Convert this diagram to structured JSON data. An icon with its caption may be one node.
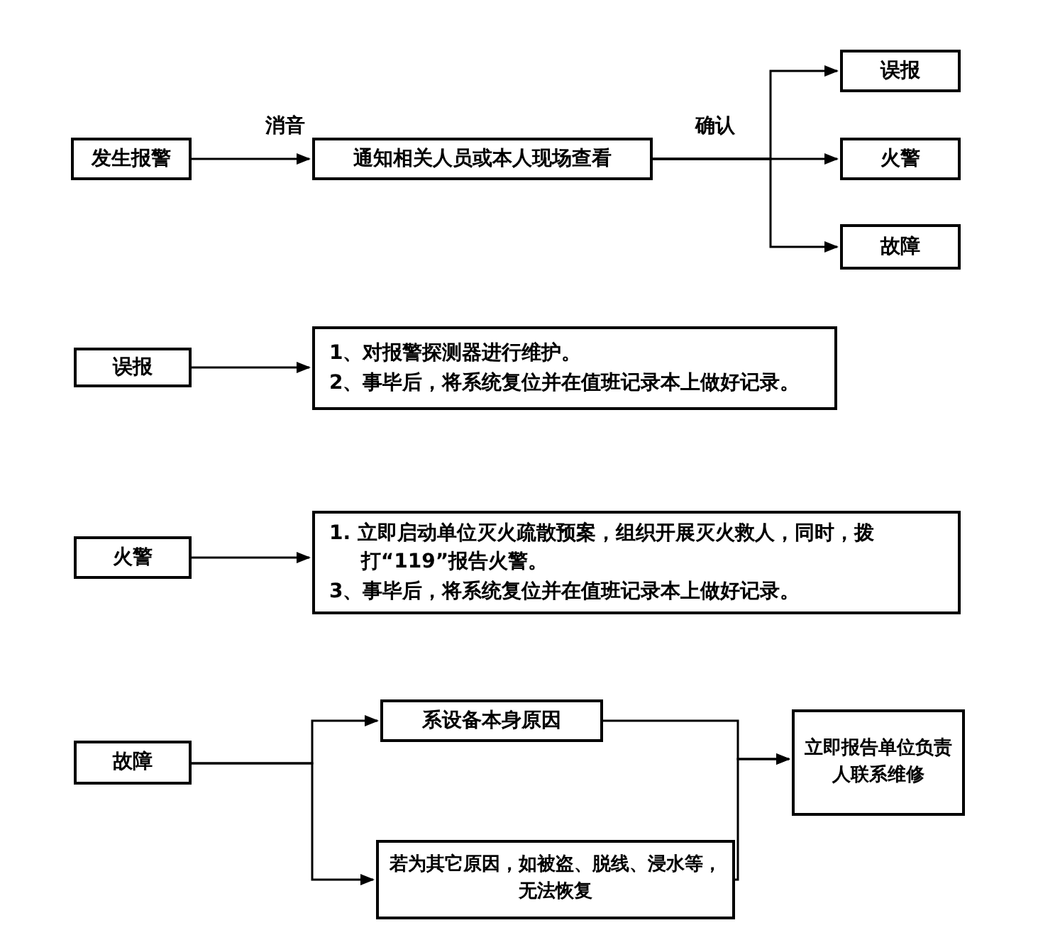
{
  "diagram": {
    "nodes": [
      {
        "text": [
          "发生报警"
        ]
      },
      {
        "text": [
          "通知相关人员或本人现场查看"
        ]
      },
      {
        "text": [
          "误报"
        ]
      },
      {
        "text": [
          "火警"
        ]
      },
      {
        "text": [
          "故障"
        ]
      },
      {
        "text": [
          "误报"
        ]
      },
      {
        "text": [
          "1、对报警探测器进行维护。",
          "2、事毕后，将系统复位并在值班记录本上做好记录。"
        ]
      },
      {
        "text": [
          "火警"
        ]
      },
      {
        "text": [
          "1. 立即启动单位灭火疏散预案，组织开展灭火救人，同时，拨打“119”报告火警。",
          "3、事毕后，将系统复位并在值班记录本上做好记录。"
        ]
      },
      {
        "text": [
          "故障"
        ]
      },
      {
        "text": [
          "系设备本身原因"
        ]
      },
      {
        "text": [
          "若为其它原因，如被盗、脱线、浸水等，无法恢复"
        ]
      },
      {
        "text": [
          "立即报告单位负责人联系维修"
        ]
      }
    ],
    "edges": [
      {
        "from": 0,
        "to": 1,
        "arrow": "to",
        "label": "消音"
      },
      {
        "from": 1,
        "to": 2,
        "arrow": "to"
      },
      {
        "from": 1,
        "to": 3,
        "arrow": "to",
        "label": "确认"
      },
      {
        "from": 1,
        "to": 4,
        "arrow": "to"
      },
      {
        "from": 5,
        "to": 6,
        "arrow": "to"
      },
      {
        "from": 7,
        "to": 8,
        "arrow": "to"
      },
      {
        "from": 9,
        "to": 10,
        "arrow": "to"
      },
      {
        "from": 9,
        "to": 11,
        "arrow": "to"
      },
      {
        "from": 10,
        "to": 12,
        "arrow": "to"
      },
      {
        "from": 11,
        "to": 12,
        "arrow": "to"
      }
    ]
  }
}
